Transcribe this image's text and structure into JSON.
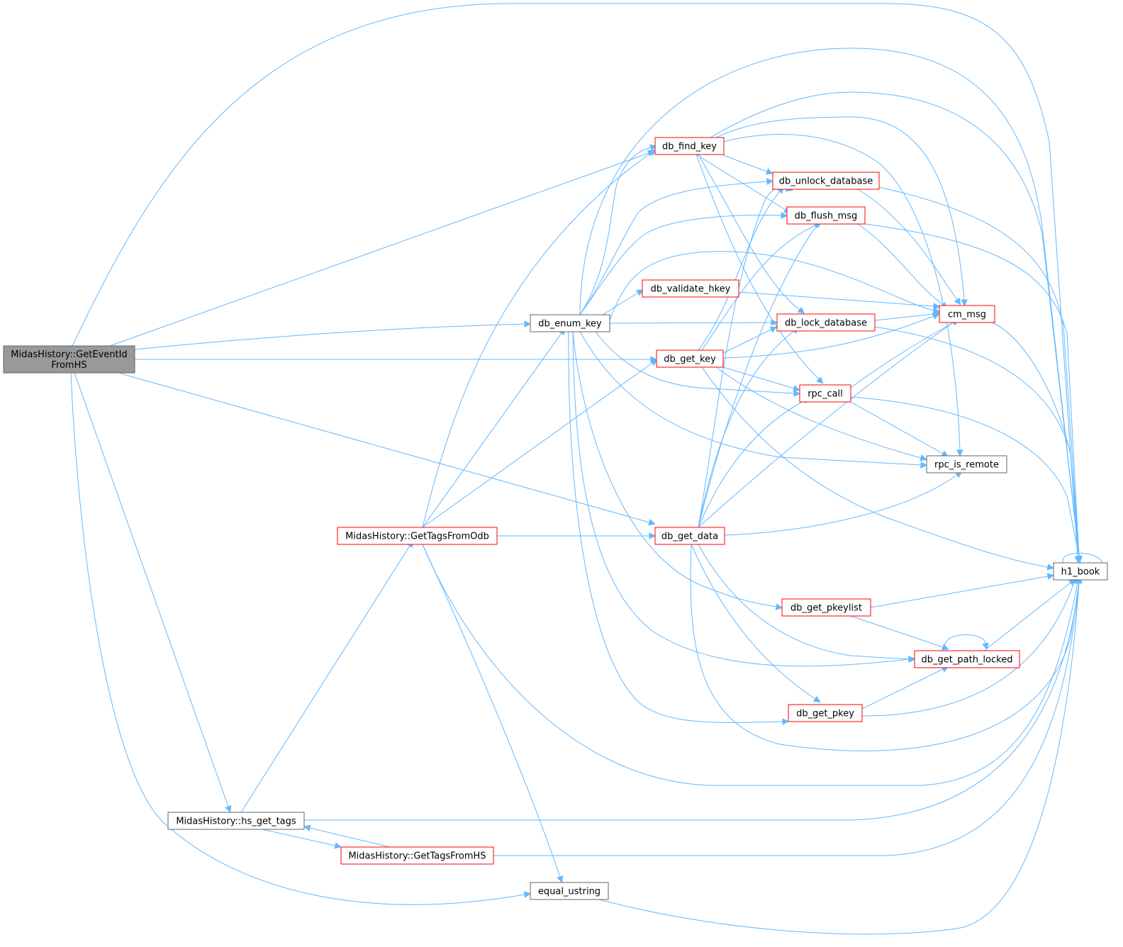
{
  "colors": {
    "edge": "#63b8ff",
    "root_fill": "#999999",
    "root_border": "#666666",
    "normal_border": "#666666",
    "red_border": "#ff0000",
    "node_fill": "#ffffff"
  },
  "nodes": {
    "root": {
      "lines": [
        "MidasHistory::GetEventId",
        "FromHS"
      ],
      "style": "root"
    },
    "enum": {
      "lines": [
        "db_enum_key"
      ],
      "style": "normal"
    },
    "find": {
      "lines": [
        "db_find_key"
      ],
      "style": "red"
    },
    "unlock": {
      "lines": [
        "db_unlock_database"
      ],
      "style": "red"
    },
    "flush": {
      "lines": [
        "db_flush_msg"
      ],
      "style": "red"
    },
    "validate": {
      "lines": [
        "db_validate_hkey"
      ],
      "style": "red"
    },
    "cmmsg": {
      "lines": [
        "cm_msg"
      ],
      "style": "red"
    },
    "lock": {
      "lines": [
        "db_lock_database"
      ],
      "style": "red"
    },
    "getkey": {
      "lines": [
        "db_get_key"
      ],
      "style": "red"
    },
    "rpccall": {
      "lines": [
        "rpc_call"
      ],
      "style": "red"
    },
    "remote": {
      "lines": [
        "rpc_is_remote"
      ],
      "style": "normal"
    },
    "odb": {
      "lines": [
        "MidasHistory::GetTagsFromOdb"
      ],
      "style": "red"
    },
    "getdata": {
      "lines": [
        "db_get_data"
      ],
      "style": "red"
    },
    "h1": {
      "lines": [
        "h1_book"
      ],
      "style": "normal"
    },
    "pkeylist": {
      "lines": [
        "db_get_pkeylist"
      ],
      "style": "red"
    },
    "pathlocked": {
      "lines": [
        "db_get_path_locked"
      ],
      "style": "red"
    },
    "pkey": {
      "lines": [
        "db_get_pkey"
      ],
      "style": "red"
    },
    "hstags": {
      "lines": [
        "MidasHistory::hs_get_tags"
      ],
      "style": "normal"
    },
    "tagshs": {
      "lines": [
        "MidasHistory::GetTagsFromHS"
      ],
      "style": "red"
    },
    "equal": {
      "lines": [
        "equal_ustring"
      ],
      "style": "normal"
    }
  }
}
